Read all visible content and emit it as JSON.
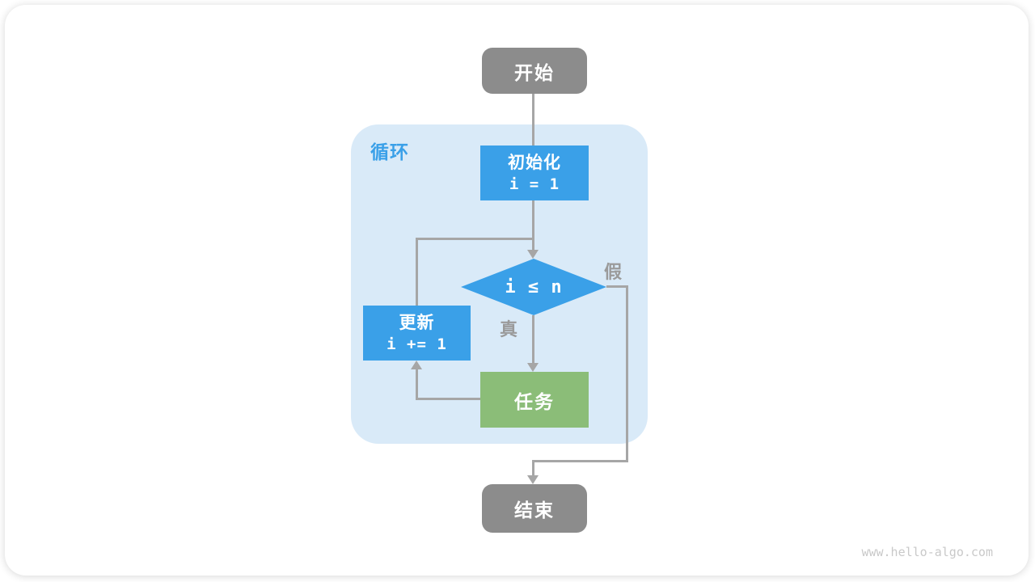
{
  "diagram": {
    "start": {
      "label": "开始"
    },
    "loop": {
      "label": "循环"
    },
    "init": {
      "title": "初始化",
      "code": "i = 1"
    },
    "condition": {
      "label": "i ≤ n"
    },
    "true_branch": {
      "label": "真"
    },
    "false_branch": {
      "label": "假"
    },
    "task": {
      "label": "任务"
    },
    "update": {
      "title": "更新",
      "code": "i += 1"
    },
    "end": {
      "label": "结束"
    }
  },
  "watermark": "www.hello-algo.com",
  "colors": {
    "node_blue": "#3aa0e8",
    "node_green": "#8bbd78",
    "node_gray": "#8c8c8c",
    "loop_bg": "#d9eaf8",
    "connector": "#a6a6a6",
    "branch_label": "#9a9a9a",
    "watermark": "#c9c9c9"
  }
}
